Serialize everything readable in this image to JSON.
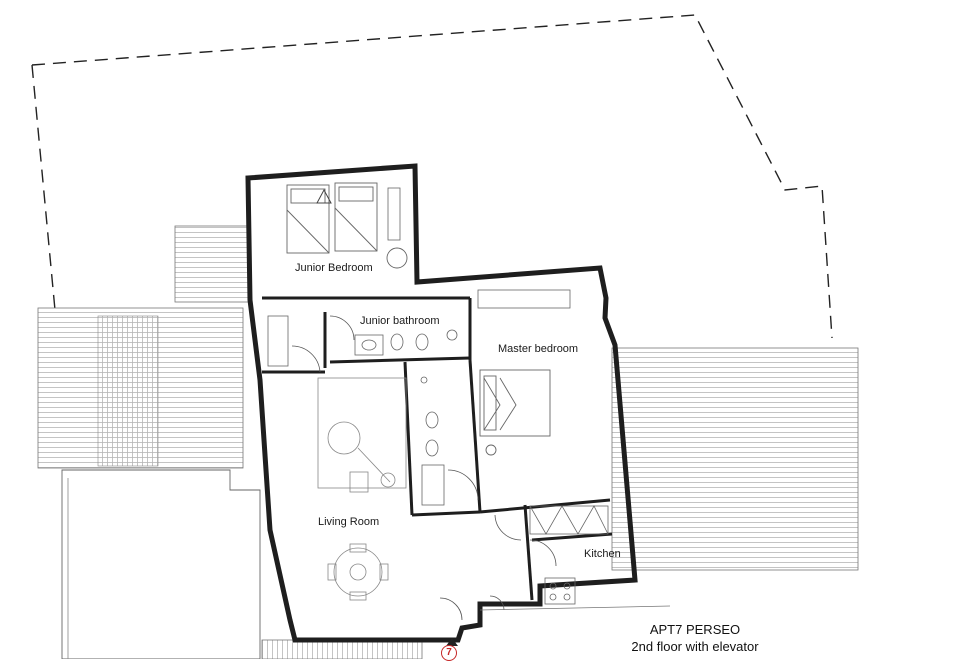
{
  "rooms": {
    "junior_bedroom": "Junior Bedroom",
    "junior_bathroom": "Junior bathroom",
    "master_bedroom": "Master bedroom",
    "living_room": "Living Room",
    "kitchen": "Kitchen"
  },
  "caption": {
    "line1": "APT7 PERSEO",
    "line2": "2nd floor with elevator"
  },
  "unit_marker": "7",
  "colors": {
    "wall": "#222222",
    "thin_line": "#555555",
    "hatch": "#b0b0b0",
    "marker": "#c62828"
  }
}
